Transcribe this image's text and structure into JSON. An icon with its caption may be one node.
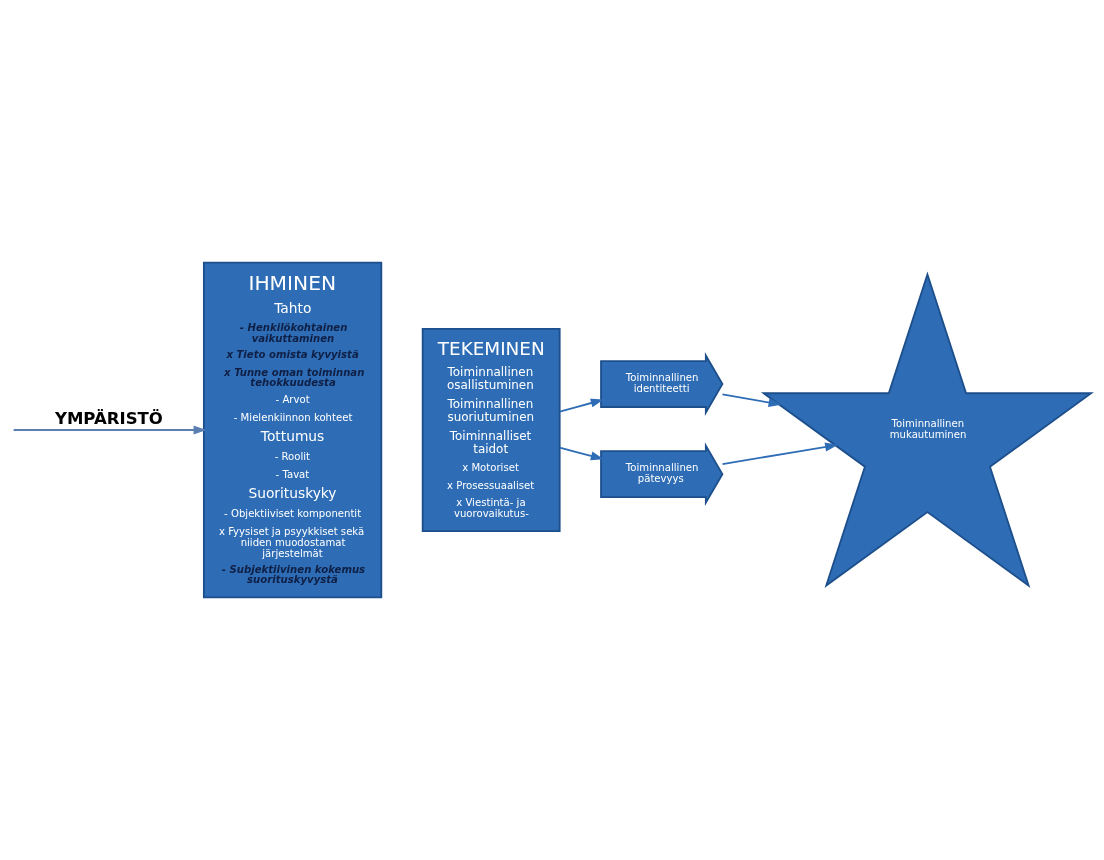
{
  "diagram": {
    "nodes": [
      {
        "text": [
          "IHMINEN",
          "Tahto",
          "- Henkilökohtainen vaikuttaminen",
          "x Tieto omista kyvyistä",
          "x Tunne oman toiminnan tehokkuudesta",
          "- Arvot",
          "- Mielenkiinnon kohteet",
          "Tottumus",
          "- Roolit",
          "- Tavat",
          "Suorituskyky",
          "- Objektiiviset komponentit",
          "x Fyysiset ja psyykkiset sekä niiden muodostamat järjestelmät",
          "- Subjektiivinen kokemus suorituskyvystä"
        ]
      },
      {
        "text": [
          "TEKEMINEN",
          "Toiminnallinen osallistuminen",
          "Toiminnallinen suoriutuminen",
          "Toiminnalliset taidot",
          "x Motoriset",
          "x Prosessuaaliset",
          "x Viestintä- ja vuorovaikutus-"
        ]
      },
      {
        "text": [
          "Toiminnallinen identiteetti"
        ]
      },
      {
        "text": [
          "Toiminnallinen pätevyys"
        ]
      },
      {
        "text": [
          "Toiminnallinen mukautuminen"
        ]
      }
    ],
    "edges": [
      {
        "from": 1,
        "to": 2,
        "arrow": "to"
      },
      {
        "from": 1,
        "to": 3,
        "arrow": "to"
      },
      {
        "from": 2,
        "to": 4,
        "arrow": "to"
      },
      {
        "from": 3,
        "to": 4,
        "arrow": "to"
      },
      {
        "from": null,
        "to": 0,
        "arrow": "to",
        "label": "YMPÄRISTÖ",
        "color": "#5a7fb0"
      }
    ]
  }
}
